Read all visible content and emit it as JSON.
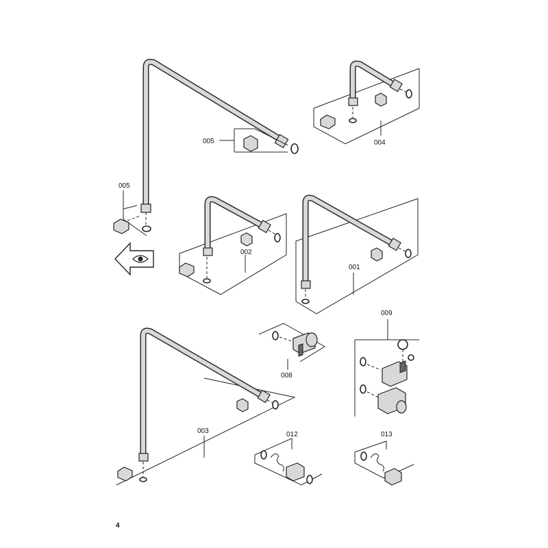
{
  "labels": {
    "p001": "001",
    "p002": "002",
    "p003": "003",
    "p004": "004",
    "p005_top": "005",
    "p005_left": "005",
    "p008": "008",
    "p009": "009",
    "p012": "012",
    "p013": "013"
  },
  "page_number": "4",
  "icons": [
    "view-direction-arrow-icon",
    "eye-icon"
  ]
}
